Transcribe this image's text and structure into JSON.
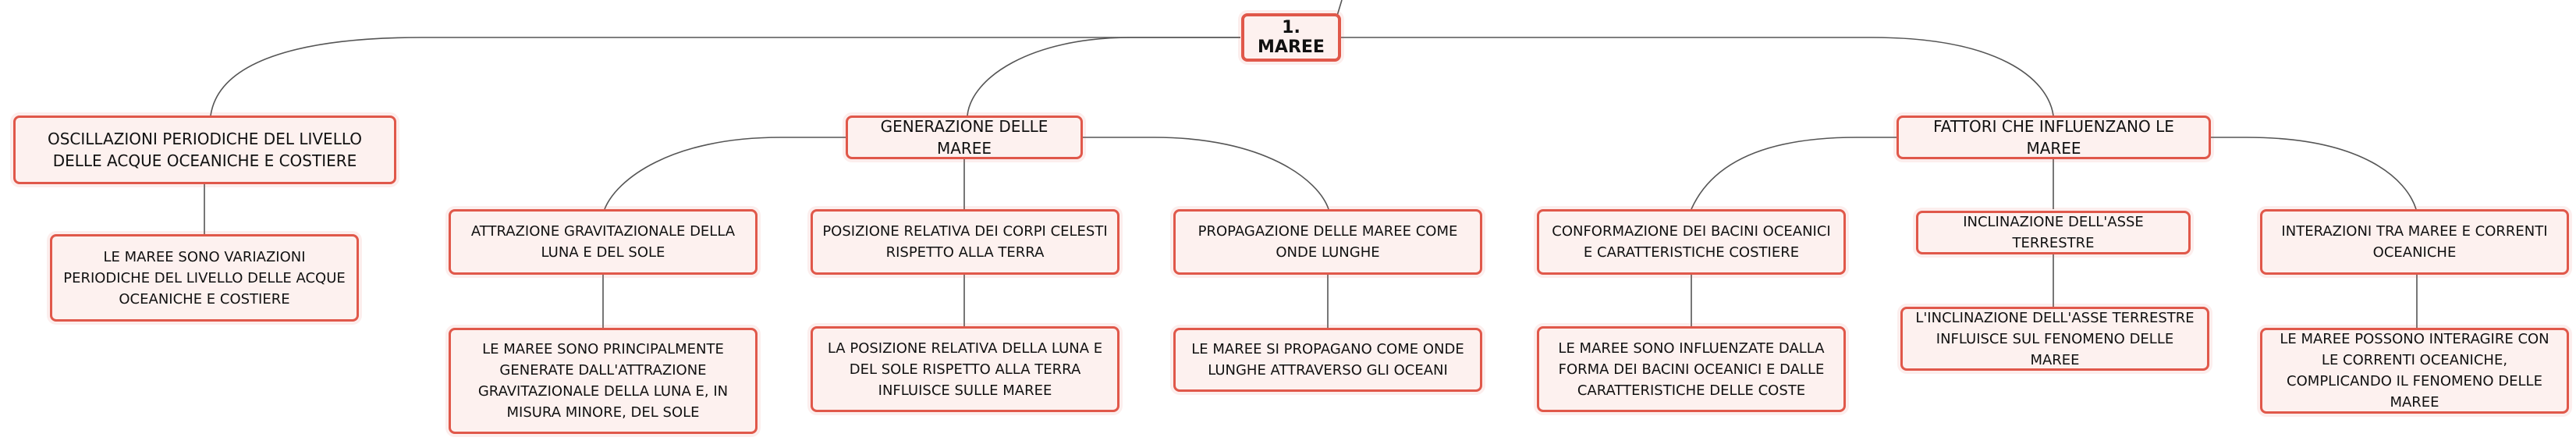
{
  "root": {
    "label": "1. MAREE"
  },
  "branches": [
    {
      "label": "OSCILLAZIONI PERIODICHE DEL LIVELLO DELLE ACQUE OCEANICHE E COSTIERE",
      "details": [
        {
          "label": "LE MAREE SONO VARIAZIONI PERIODICHE DEL LIVELLO DELLE ACQUE OCEANICHE E COSTIERE"
        }
      ]
    },
    {
      "label": "GENERAZIONE DELLE MAREE",
      "children": [
        {
          "label": "ATTRAZIONE GRAVITAZIONALE DELLA LUNA E DEL SOLE",
          "detail": "LE MAREE SONO PRINCIPALMENTE GENERATE DALL'ATTRAZIONE GRAVITAZIONALE DELLA LUNA E, IN MISURA MINORE, DEL SOLE"
        },
        {
          "label": "POSIZIONE RELATIVA DEI CORPI CELESTI RISPETTO ALLA TERRA",
          "detail": "LA POSIZIONE RELATIVA DELLA LUNA E DEL SOLE RISPETTO ALLA TERRA INFLUISCE SULLE MAREE"
        },
        {
          "label": "PROPAGAZIONE DELLE MAREE COME ONDE LUNGHE",
          "detail": "LE MAREE SI PROPAGANO COME ONDE LUNGHE ATTRAVERSO GLI OCEANI"
        }
      ]
    },
    {
      "label": "FATTORI CHE INFLUENZANO LE MAREE",
      "children": [
        {
          "label": "CONFORMAZIONE DEI BACINI OCEANICI E CARATTERISTICHE COSTIERE",
          "detail": "LE MAREE SONO INFLUENZATE DALLA FORMA DEI BACINI OCEANICI E DALLE CARATTERISTICHE DELLE COSTE"
        },
        {
          "label": "INCLINAZIONE DELL'ASSE TERRESTRE",
          "detail": "L'INCLINAZIONE DELL'ASSE TERRESTRE INFLUISCE SUL FENOMENO DELLE MAREE"
        },
        {
          "label": "INTERAZIONI TRA MAREE E CORRENTI OCEANICHE",
          "detail": "LE MAREE POSSONO INTERAGIRE CON LE CORRENTI OCEANICHE, COMPLICANDO IL FENOMENO DELLE MAREE"
        }
      ]
    }
  ],
  "colors": {
    "node_border": "#e0584a",
    "node_fill": "#fdf1ef",
    "connector": "#555555"
  }
}
